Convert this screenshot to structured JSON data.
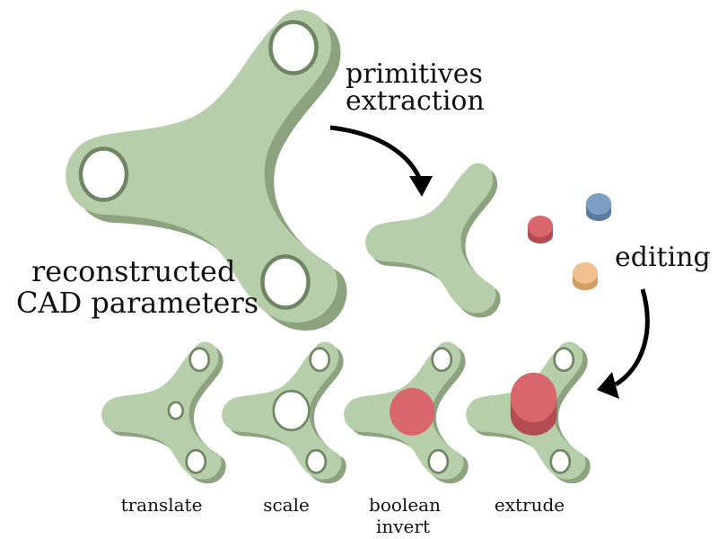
{
  "labels": {
    "primitives": "primitives",
    "extraction": "extraction",
    "editing": "editing",
    "reconstructed": "reconstructed",
    "cad_parameters": "CAD parameters",
    "translate": "translate",
    "scale": "scale",
    "boolean": "boolean",
    "invert": "invert",
    "extrude": "extrude"
  },
  "colors": {
    "part_face": "#b7ceaa",
    "part_side": "#8da37f",
    "red_primitive": "#d9666d",
    "blue_primitive": "#7f9ec4",
    "orange_primitive": "#f0c08e",
    "arrow": "#000000"
  },
  "icons": [
    "three-lobed-cad-part",
    "cylinder-primitive",
    "curved-arrow"
  ]
}
